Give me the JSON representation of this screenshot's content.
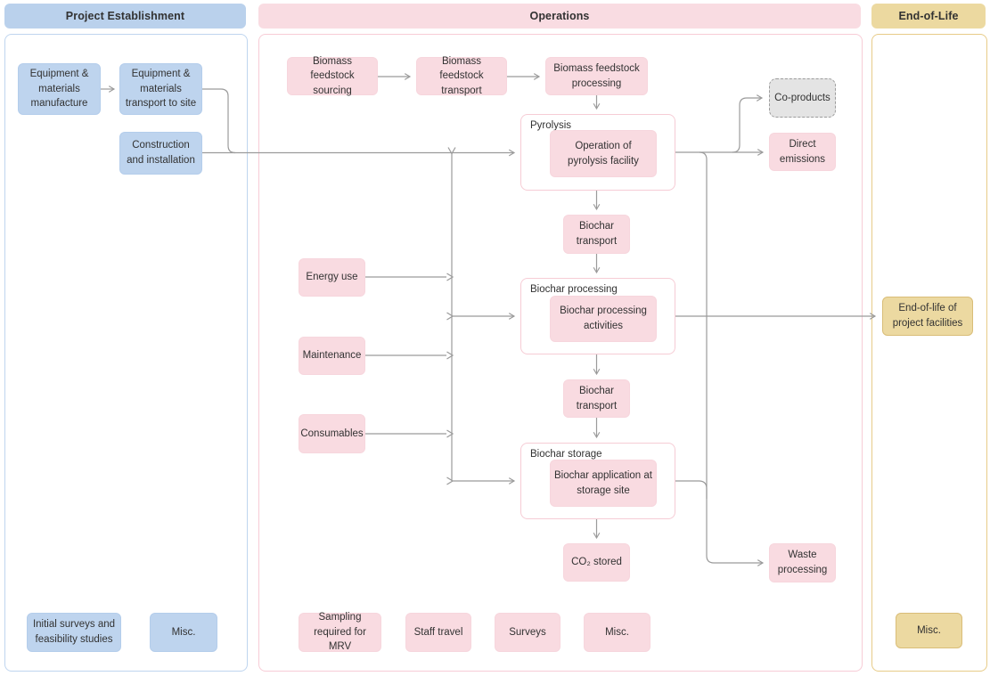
{
  "header_bars": {
    "project_establishment": "Project Establishment",
    "operations": "Operations",
    "end_of_life": "End-of-Life"
  },
  "project_establishment": {
    "equipment_manufacture": "Equipment & materials manufacture",
    "equipment_transport": "Equipment & materials transport to site",
    "construction": "Construction and installation",
    "initial_surveys": "Initial surveys and feasibility studies",
    "misc": "Misc."
  },
  "operations": {
    "biomass_sourcing": "Biomass feedstock sourcing",
    "biomass_transport": "Biomass feedstock transport",
    "biomass_processing": "Biomass feedstock processing",
    "pyrolysis_group": "Pyrolysis",
    "pyrolysis_activity": "Operation of pyrolysis facility",
    "biochar_transport_1": "Biochar transport",
    "biochar_processing_group": "Biochar processing",
    "biochar_processing_activity": "Biochar processing activities",
    "biochar_transport_2": "Biochar transport",
    "biochar_storage_group": "Biochar storage",
    "biochar_storage_activity": "Biochar application at storage site",
    "co2_stored": "CO₂ stored",
    "energy_use": "Energy use",
    "maintenance": "Maintenance",
    "consumables": "Consumables",
    "co_products": "Co-products",
    "direct_emissions": "Direct emissions",
    "waste_processing": "Waste processing",
    "sampling_mrv": "Sampling required for MRV",
    "staff_travel": "Staff travel",
    "surveys": "Surveys",
    "misc": "Misc."
  },
  "end_of_life": {
    "eol_facilities": "End-of-life of project facilities",
    "misc": "Misc."
  },
  "colors": {
    "lane_blue": "#bad1ec",
    "lane_pink": "#f9dce2",
    "lane_yellow": "#ecd9a0",
    "node_blue": "#bed4ee",
    "node_pink": "#f9dbe1",
    "node_yellow": "#ecd9a1",
    "co_products_fill": "#e4e4e4",
    "connector_gray": "#9b9b9b",
    "text": "#323232"
  }
}
